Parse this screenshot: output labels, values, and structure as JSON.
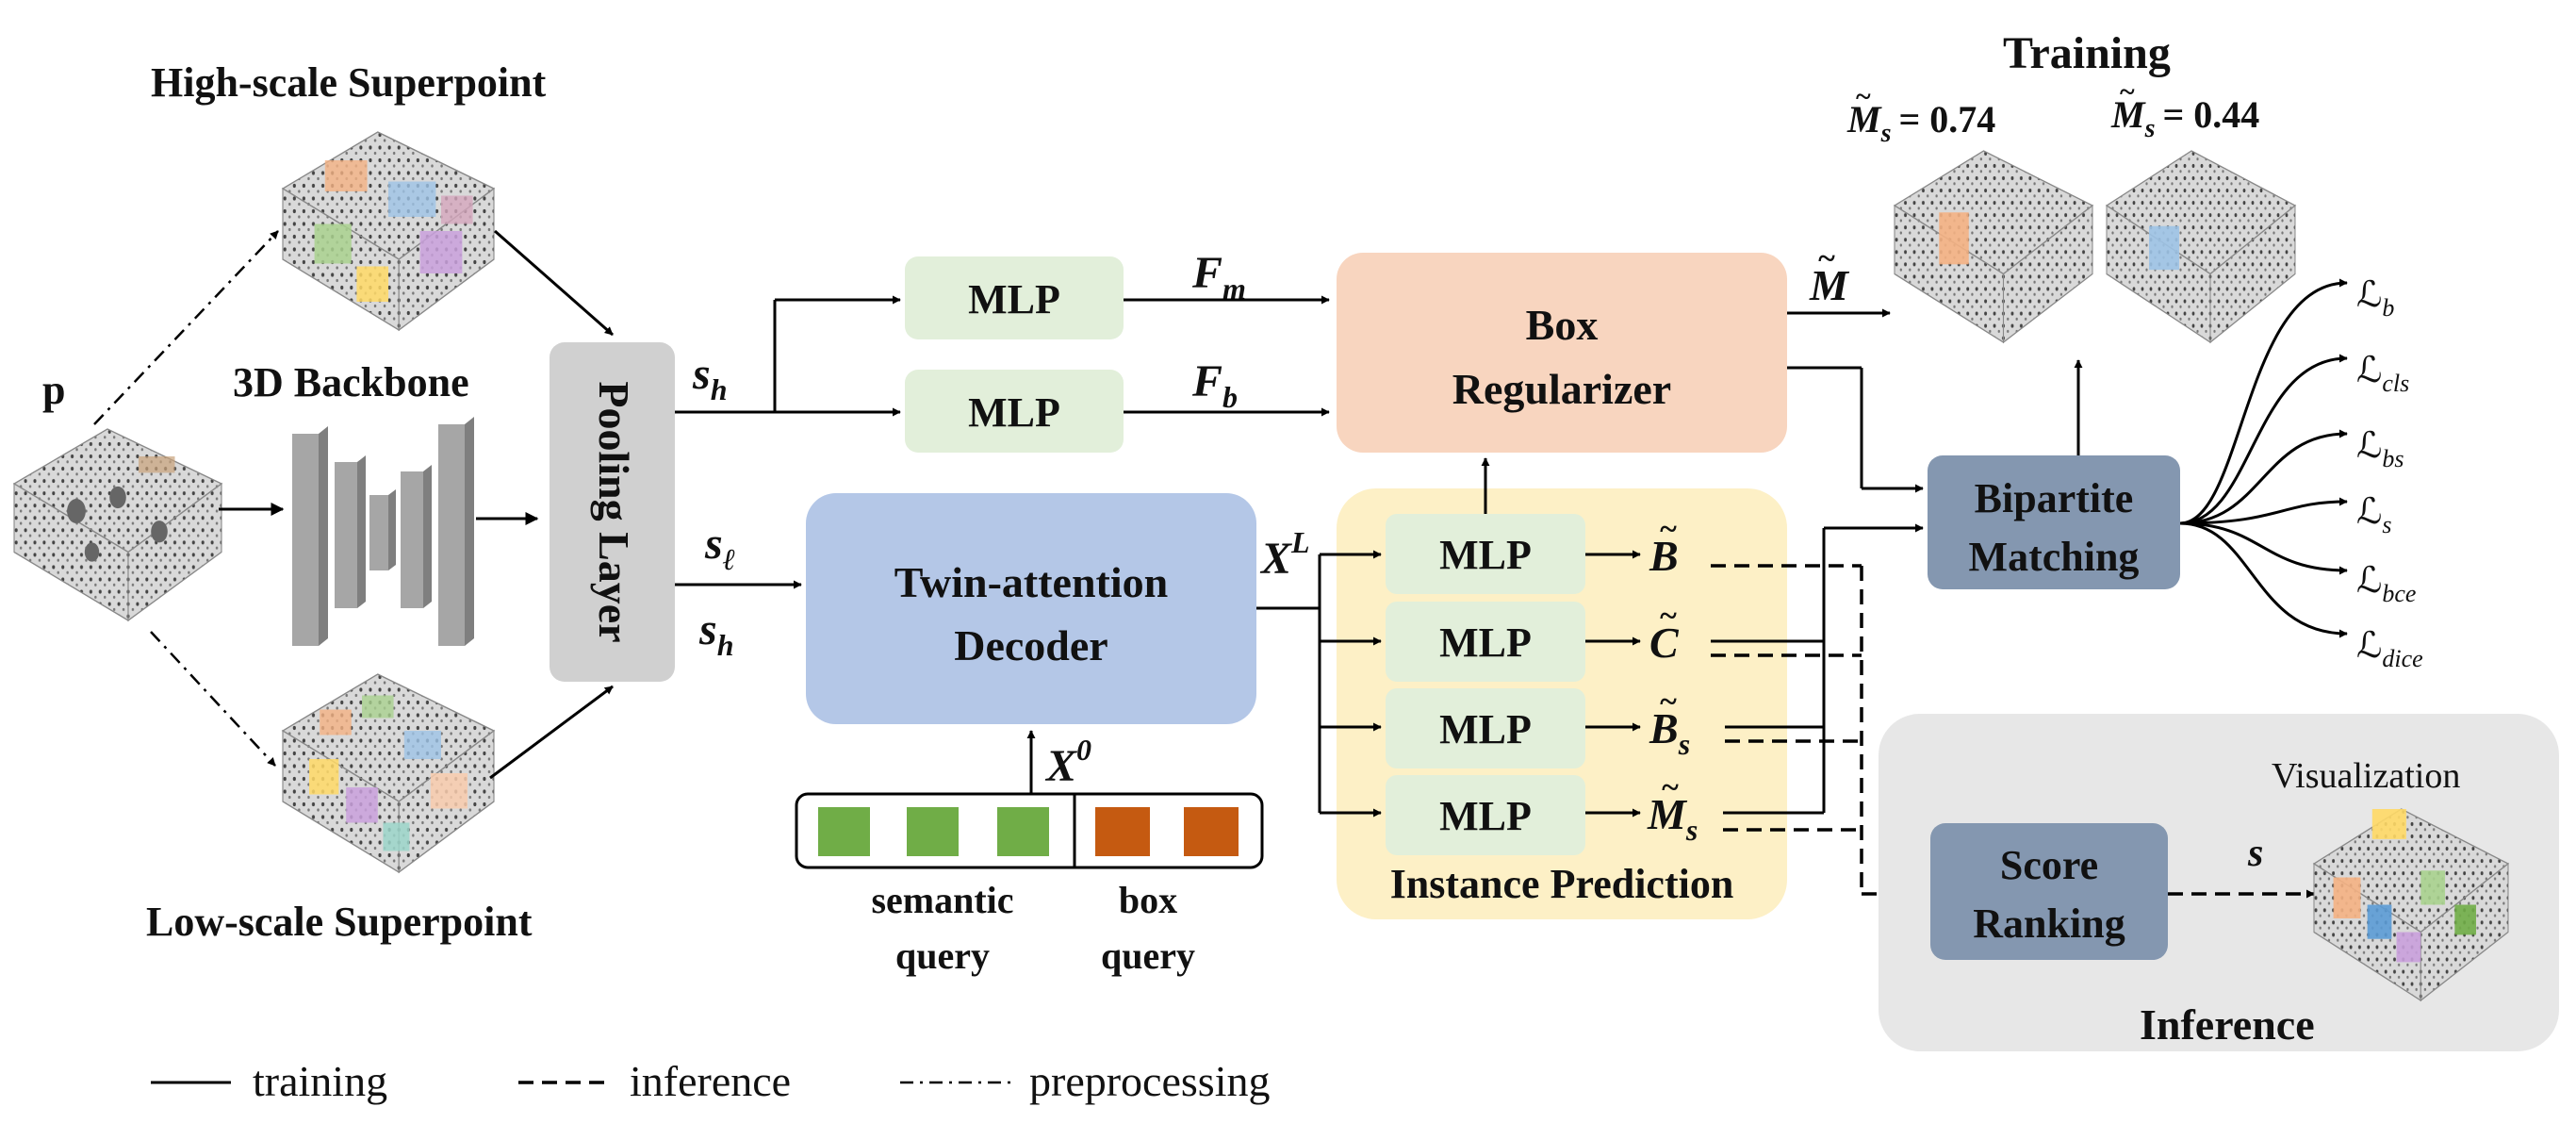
{
  "labels": {
    "high_scale": "High-scale Superpoint",
    "low_scale": "Low-scale Superpoint",
    "p": "p",
    "backbone": "3D Backbone",
    "pooling": "Pooling Layer",
    "s_h": "s",
    "s_h_sub": "h",
    "s_l_sub": "ℓ",
    "mlp": "MLP",
    "f_m": "F",
    "f_m_sub": "m",
    "f_b_sub": "b",
    "box_regularizer_1": "Box",
    "box_regularizer_2": "Regularizer",
    "decoder_1": "Twin-attention",
    "decoder_2": "Decoder",
    "x_l": "X",
    "x_l_sup": "L",
    "x_0_sup": "0",
    "semantic_query_1": "semantic",
    "semantic_query_2": "query",
    "box_query_1": "box",
    "box_query_2": "query",
    "instance_prediction": "Instance Prediction",
    "pred_b": "B",
    "pred_c": "C",
    "pred_bs": "B",
    "pred_ms": "M",
    "pred_s_sub": "s",
    "m_tilde": "M",
    "training": "Training",
    "ms_074": "= 0.74",
    "ms_044": "= 0.44",
    "bipartite_1": "Bipartite",
    "bipartite_2": "Matching",
    "loss_symbol": "ℒ",
    "loss_b": "b",
    "loss_cls": "cls",
    "loss_bs": "bs",
    "loss_s": "s",
    "loss_bce": "bce",
    "loss_dice": "dice",
    "score_1": "Score",
    "score_2": "Ranking",
    "score_s": "s",
    "visualization": "Visualization",
    "inference": "Inference",
    "legend_training": "training",
    "legend_inference": "inference",
    "legend_preprocessing": "preprocessing"
  },
  "colors": {
    "mlp_fill": "#e2efda",
    "box_regularizer_fill": "#f8d5bf",
    "decoder_fill": "#b4c7e7",
    "instance_panel_fill": "#fdf0c6",
    "matching_fill": "#8497b0",
    "inference_panel_fill": "#e7e7e7",
    "pooling_fill": "#d0d0d0",
    "semantic_query": "#70ad47",
    "box_query": "#c55a11"
  },
  "icons": {
    "point_cloud": "point-cloud-icon",
    "backbone": "backbone-bars-icon"
  }
}
